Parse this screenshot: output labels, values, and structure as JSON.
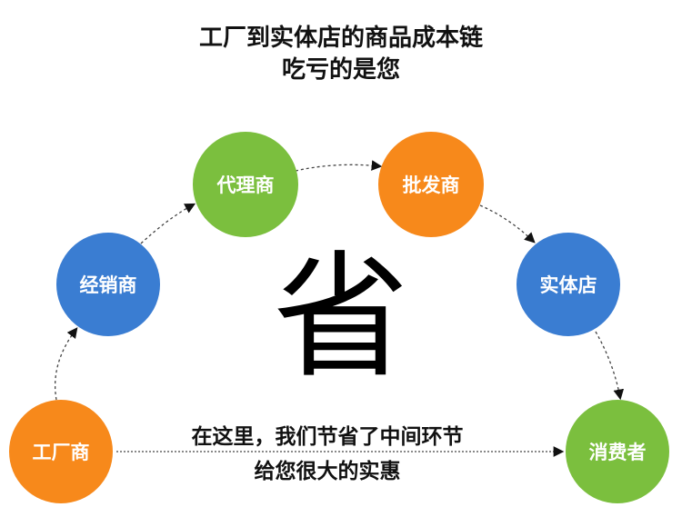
{
  "title": {
    "line1": "工厂到实体店的商品成本链",
    "line2": "吃亏的是您"
  },
  "center_char": "省",
  "nodes": {
    "factory": "工厂商",
    "distributor": "经销商",
    "agent": "代理商",
    "wholesaler": "批发商",
    "store": "实体店",
    "consumer": "消费者"
  },
  "caption": {
    "line1": "在这里，我们节省了中间环节",
    "line2": "给您很大的实惠"
  },
  "colors": {
    "orange": "#f7891b",
    "blue": "#3a7dd2",
    "green": "#7bbf3e"
  }
}
